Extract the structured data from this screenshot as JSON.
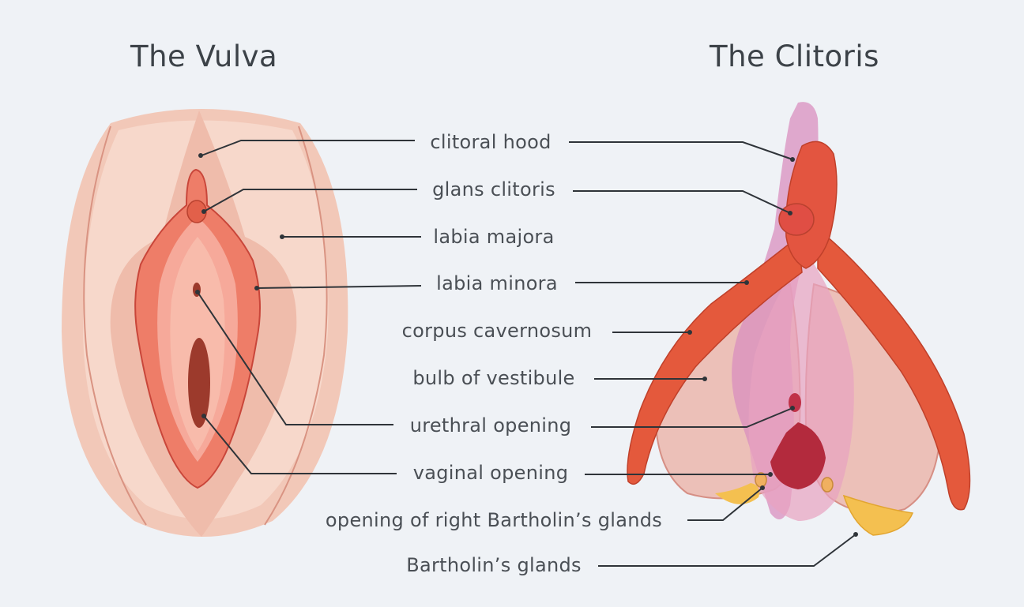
{
  "titles": {
    "left": "The Vulva",
    "right": "The Clitoris"
  },
  "labels": {
    "clitoral_hood": "clitoral hood",
    "glans_clitoris": "glans clitoris",
    "labia_majora": "labia majora",
    "labia_minora": "labia minora",
    "corpus_cavernosum": "corpus cavernosum",
    "bulb_of_vestibule": "bulb of vestibule",
    "urethral_opening": "urethral opening",
    "vaginal_opening": "vaginal opening",
    "opening_bartholins": "opening of right Bartholin’s glands",
    "bartholins_glands": "Bartholin’s glands"
  },
  "colors": {
    "background": "#eff2f6",
    "outer_skin": "#f2c8b8",
    "inner_skin": "#f7ddd2",
    "labia_minora": "#ee7d68",
    "vestibule": "#f6a99a",
    "opening": "#9c3a2c",
    "cavernosum": "#e4593c",
    "bulb": "#ecbdb6",
    "glands": "#f4c050",
    "hood": "#d98fbf",
    "leader_line": "#2f3439"
  }
}
